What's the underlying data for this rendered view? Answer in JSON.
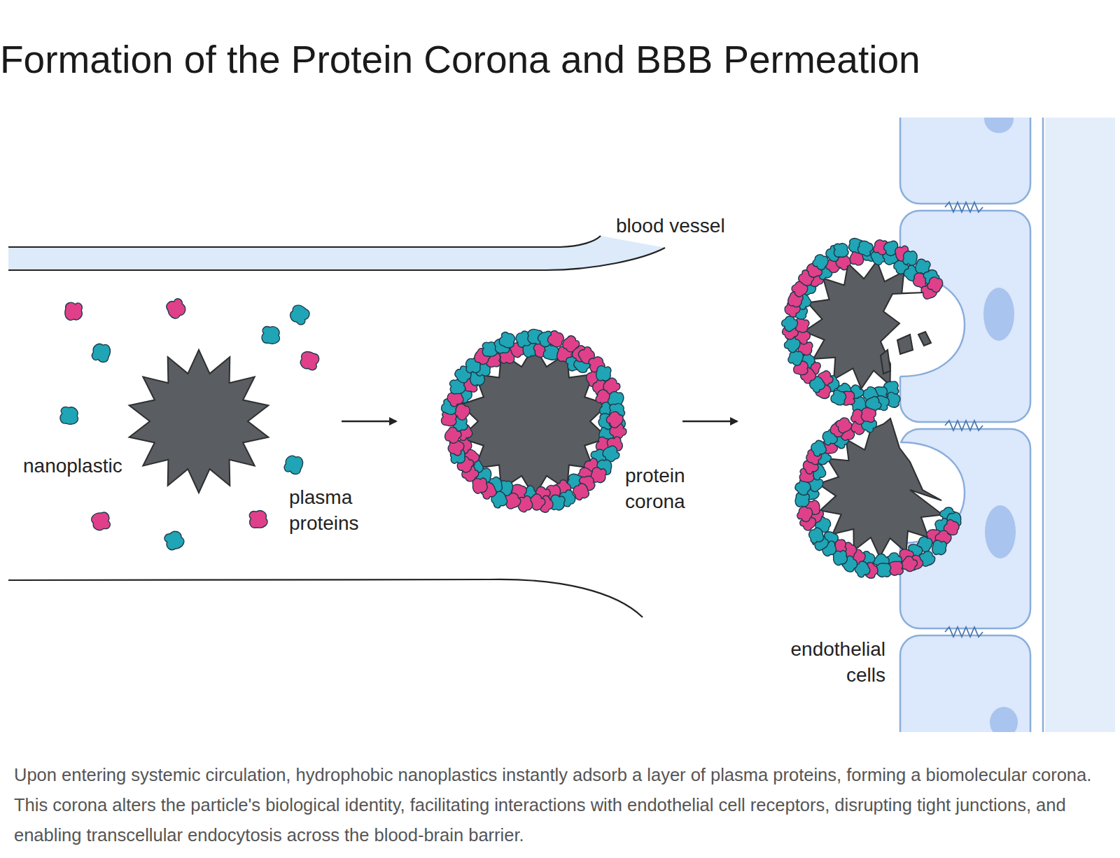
{
  "diagram": {
    "title": "Formation of the Protein Corona and BBB Permeation",
    "caption": "Upon entering systemic circulation, hydrophobic nanoplastics instantly adsorb a layer of plasma proteins, forming a biomolecular corona. This corona alters the particle's biological identity, facilitating interactions with endothelial cell receptors, disrupting tight junctions, and enabling transcellular endocytosis across the blood-brain barrier.",
    "nodes": [
      {
        "text": [
          "nanoplastic"
        ]
      },
      {
        "text": [
          "protein corona"
        ]
      },
      {
        "text": [
          "endothelial cells"
        ]
      }
    ],
    "edges": [
      {
        "from": 0,
        "to": 1,
        "arrow": "to"
      },
      {
        "from": 1,
        "to": 2,
        "arrow": "to"
      }
    ],
    "labels": [
      "blood vessel",
      "plasma proteins"
    ]
  }
}
